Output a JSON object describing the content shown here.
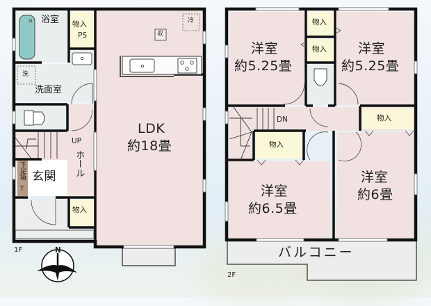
{
  "floors": [
    {
      "id": "1F",
      "label": "1F",
      "rooms": [
        {
          "key": "bath",
          "name": "浴室"
        },
        {
          "key": "storage_ps",
          "name": "物入",
          "sub": "PS"
        },
        {
          "key": "washroom",
          "name": "洗面室"
        },
        {
          "key": "washer_mark",
          "name": "洗"
        },
        {
          "key": "fridge_mark",
          "name": "冷"
        },
        {
          "key": "storage_mark",
          "name": "収"
        },
        {
          "key": "ldk",
          "name": "LDK",
          "size": "約18畳"
        },
        {
          "key": "stairs_up",
          "name": "UP"
        },
        {
          "key": "hall",
          "name": "ホール"
        },
        {
          "key": "entrance",
          "name": "玄関"
        },
        {
          "key": "shoe_box",
          "name": "下足箱"
        },
        {
          "key": "shoe_box_t",
          "name": "T"
        },
        {
          "key": "storage_entry",
          "name": "物入"
        }
      ]
    },
    {
      "id": "2F",
      "label": "2F",
      "rooms": [
        {
          "key": "room_nw",
          "name": "洋室",
          "size": "約5.25畳"
        },
        {
          "key": "room_ne",
          "name": "洋室",
          "size": "約5.25畳"
        },
        {
          "key": "closet_top",
          "name": "物入"
        },
        {
          "key": "closet_mid",
          "name": "物入"
        },
        {
          "key": "closet_hall_e",
          "name": "物入"
        },
        {
          "key": "closet_hall_w",
          "name": "物入"
        },
        {
          "key": "stairs_down",
          "name": "DN"
        },
        {
          "key": "room_sw",
          "name": "洋室",
          "size": "約6.5畳"
        },
        {
          "key": "room_se",
          "name": "洋室",
          "size": "約6畳"
        },
        {
          "key": "balcony",
          "name": "バルコニー"
        }
      ]
    }
  ],
  "compass": {
    "label": "N"
  },
  "colors": {
    "wall": "#111111",
    "room_pink": "#f1e2e1",
    "wet_area": "#e9efee",
    "storage_yellow": "#fbf8d9",
    "bathtub": "#8fcbc6",
    "shoe_box_brown": "#b79a83",
    "balcony_grey": "#eceeed",
    "entrance_white": "#ffffff"
  }
}
